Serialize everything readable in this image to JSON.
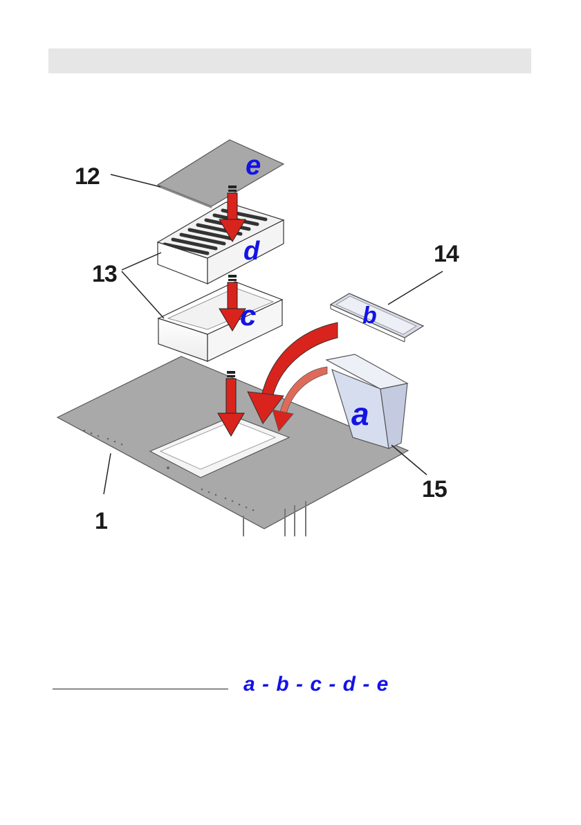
{
  "header": {
    "title": ""
  },
  "callouts": {
    "c12": "12",
    "c13": "13",
    "c14": "14",
    "c15": "15",
    "c1": "1"
  },
  "letters": {
    "e": "e",
    "d": "d",
    "c": "c",
    "b": "b",
    "a": "a"
  },
  "sequence": {
    "text": "a - b - c - d - e"
  },
  "colors": {
    "arrow": "#d8241c",
    "letter": "#1313e6",
    "header": "#e6e6e6"
  }
}
